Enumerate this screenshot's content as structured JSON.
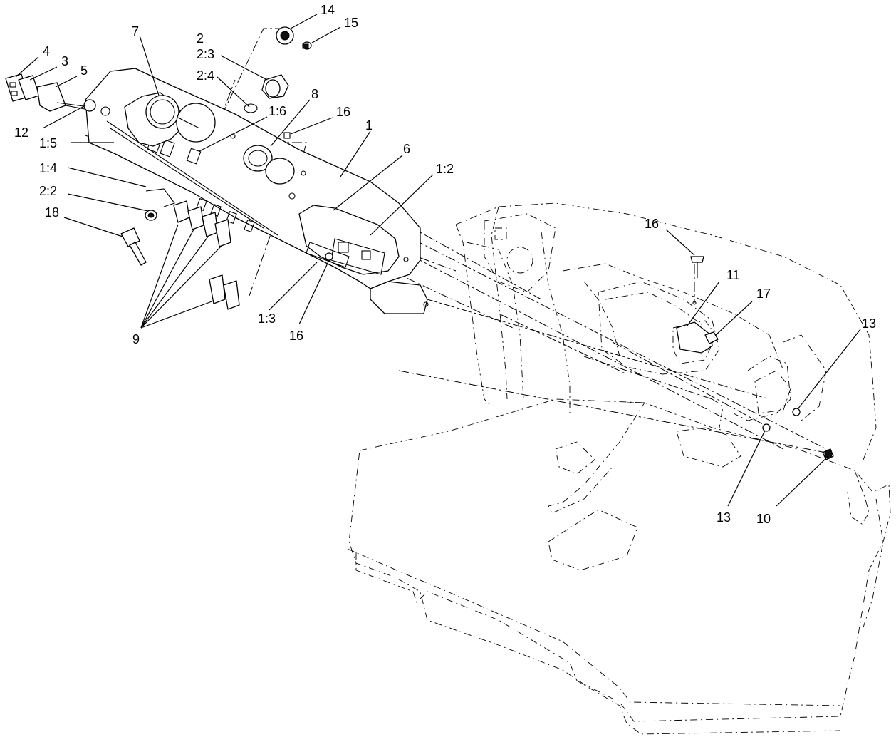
{
  "callouts": [
    {
      "id": "c-14",
      "text": "14"
    },
    {
      "id": "c-15",
      "text": "15"
    },
    {
      "id": "c-7",
      "text": "7"
    },
    {
      "id": "c-2",
      "text": "2"
    },
    {
      "id": "c-2-3",
      "text": "2:3"
    },
    {
      "id": "c-2-4",
      "text": "2:4"
    },
    {
      "id": "c-4",
      "text": "4"
    },
    {
      "id": "c-3",
      "text": "3"
    },
    {
      "id": "c-5",
      "text": "5"
    },
    {
      "id": "c-1-6",
      "text": "1:6"
    },
    {
      "id": "c-8",
      "text": "8"
    },
    {
      "id": "c-16a",
      "text": "16"
    },
    {
      "id": "c-12",
      "text": "12"
    },
    {
      "id": "c-1",
      "text": "1"
    },
    {
      "id": "c-1-5",
      "text": "1:5"
    },
    {
      "id": "c-6",
      "text": "6"
    },
    {
      "id": "c-1-2",
      "text": "1:2"
    },
    {
      "id": "c-1-4",
      "text": "1:4"
    },
    {
      "id": "c-2-2",
      "text": "2:2"
    },
    {
      "id": "c-18",
      "text": "18"
    },
    {
      "id": "c-16b",
      "text": "16"
    },
    {
      "id": "c-11",
      "text": "11"
    },
    {
      "id": "c-17",
      "text": "17"
    },
    {
      "id": "c-13a",
      "text": "13"
    },
    {
      "id": "c-1-3",
      "text": "1:3"
    },
    {
      "id": "c-16c",
      "text": "16"
    },
    {
      "id": "c-9",
      "text": "9"
    },
    {
      "id": "c-13b",
      "text": "13"
    },
    {
      "id": "c-10",
      "text": "10"
    }
  ]
}
